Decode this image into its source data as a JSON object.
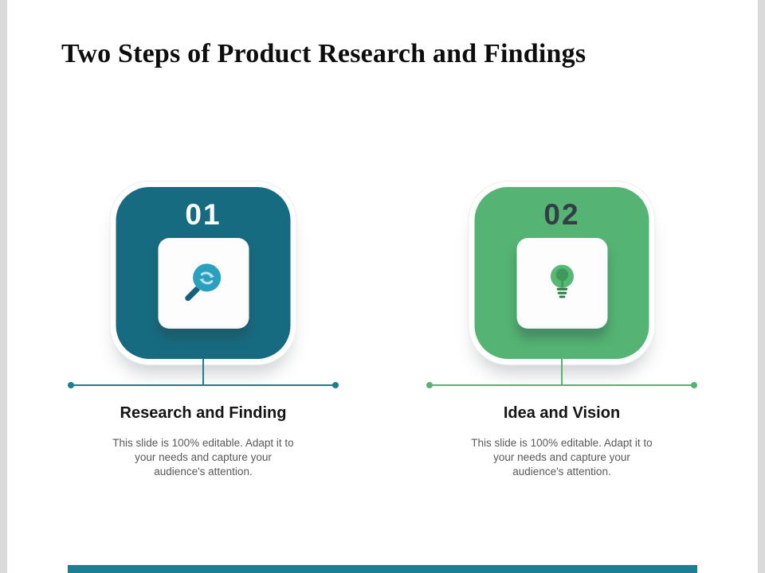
{
  "slide": {
    "title": "Two Steps of Product Research and Findings",
    "steps": [
      {
        "number": "01",
        "heading": "Research and Finding",
        "body": "This slide is 100% editable. Adapt it to your needs and capture your audience's attention.",
        "icon": "magnifier-search-icon",
        "accent_color": "#176b80",
        "number_color": "#ffffff"
      },
      {
        "number": "02",
        "heading": "Idea and Vision",
        "body": "This slide is 100% editable. Adapt it to your needs and capture your audience's attention.",
        "icon": "lightbulb-icon",
        "accent_color": "#55b473",
        "number_color": "#323d46"
      }
    ],
    "footer_bar_color": "#1b7f91",
    "edge_color": "#dadada"
  }
}
